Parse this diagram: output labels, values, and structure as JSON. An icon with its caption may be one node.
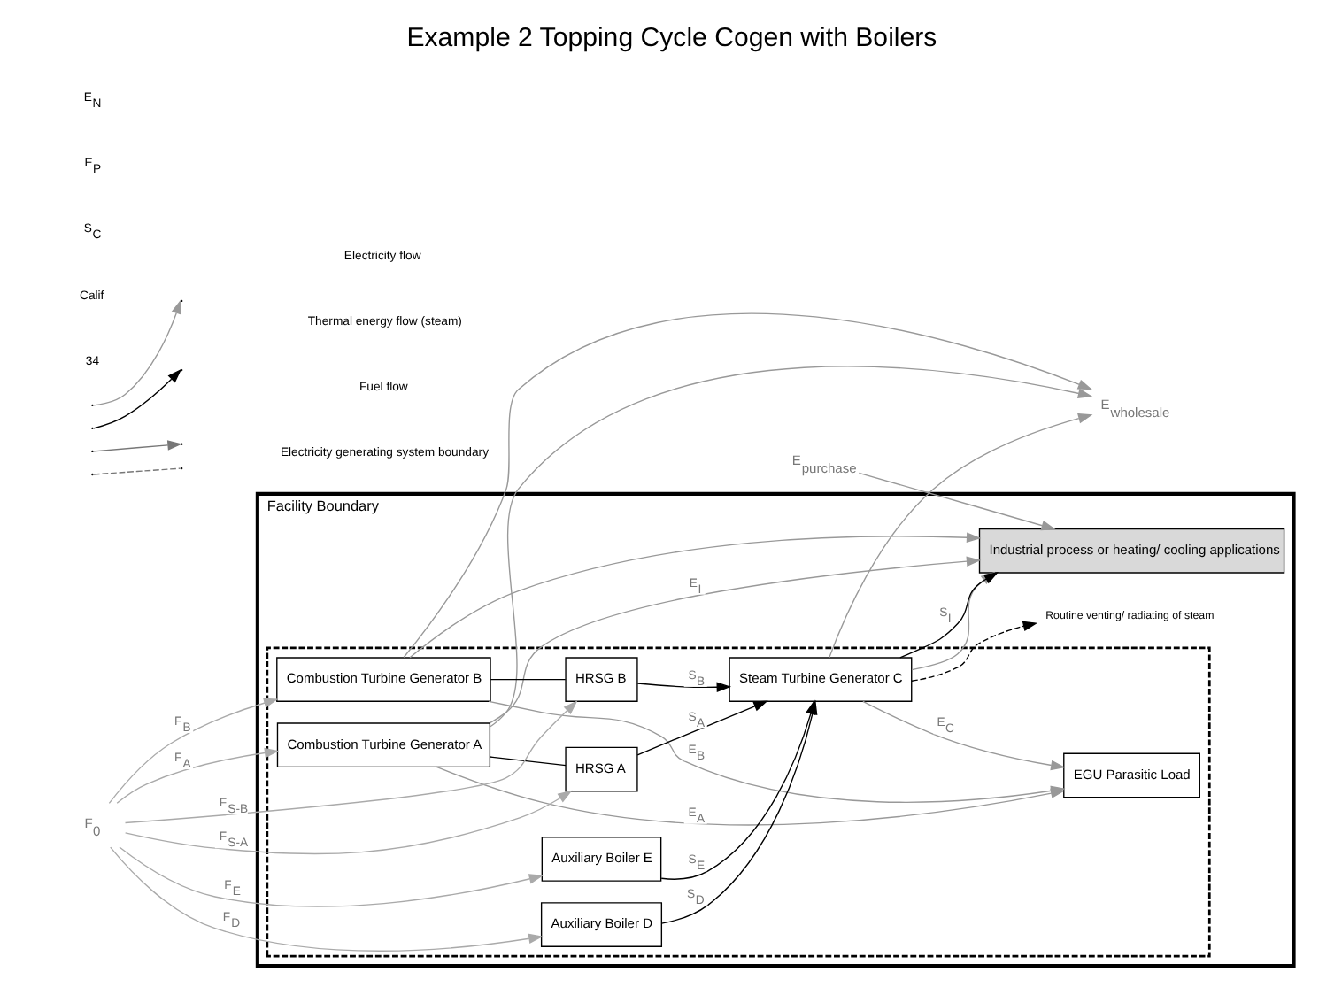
{
  "diagram": {
    "title": "Example 2 Topping Cycle Cogen with Boilers",
    "nodes": [
      {
        "text": [
          "Facility Boundary"
        ]
      },
      {
        "text": [],
        "shape": "box",
        "in": 0
      },
      {
        "text": [
          "Combustion Turbine Generator A"
        ],
        "in": 1
      },
      {
        "text": [
          "Combustion Turbine Generator B"
        ],
        "in": 1
      },
      {
        "text": [
          "HRSG A"
        ],
        "in": 1
      },
      {
        "text": [
          "HRSG B"
        ],
        "in": 1
      },
      {
        "text": [
          "Auxiliary Boiler D"
        ],
        "in": 1
      },
      {
        "text": [
          "Auxiliary Boiler E"
        ],
        "in": 1
      },
      {
        "text": [
          "Steam Turbine Generator C"
        ],
        "in": 1
      },
      {
        "text": [
          "EGU Parasitic Load"
        ],
        "in": 1
      },
      {
        "text": [
          "Routine venting/ radiating of steam"
        ],
        "in": 0
      },
      {
        "text": [
          "Industrial process or heating/ cooling applications"
        ],
        "in": 0
      },
      {
        "text": [
          "E$_{wholesale}$"
        ]
      },
      {
        "text": [
          "E$_{purchase}$"
        ]
      },
      {
        "text": [
          "F$_{0}$"
        ]
      }
    ],
    "edges": [
      {
        "from": 14,
        "to": 4,
        "arrow": "to",
        "label": "F$_{S-A}$",
        "color": "#aaaaaa"
      },
      {
        "from": 14,
        "to": 2,
        "arrow": "to",
        "label": "F$_{A}$",
        "color": "#aaaaaa"
      },
      {
        "from": 14,
        "to": 3,
        "arrow": "to",
        "label": "F$_{B}$",
        "color": "#aaaaaa"
      },
      {
        "from": 14,
        "to": 5,
        "arrow": "to",
        "label": "F$_{S-B}$",
        "color": "#aaaaaa"
      },
      {
        "from": 14,
        "to": 6,
        "arrow": "to",
        "label": "F$_{D}$",
        "color": "#aaaaaa"
      },
      {
        "from": 14,
        "to": 7,
        "arrow": "to",
        "label": "F$_{E}$",
        "color": "#aaaaaa"
      },
      {
        "from": 2,
        "to": 4,
        "arrow": "none",
        "color": "#000000"
      },
      {
        "from": 3,
        "to": 5,
        "arrow": "none",
        "color": "#000000"
      },
      {
        "from": 4,
        "to": 8,
        "arrow": "to",
        "label": "S$_{A}$",
        "color": "#000000"
      },
      {
        "from": 5,
        "to": 8,
        "arrow": "to",
        "label": "S$_{B}$",
        "color": "#000000"
      },
      {
        "from": 6,
        "to": 8,
        "arrow": "to",
        "label": "S$_{D}$",
        "color": "#000000"
      },
      {
        "from": 7,
        "to": 8,
        "arrow": "to",
        "label": "S$_{E}$",
        "color": "#000000"
      },
      {
        "from": 2,
        "to": 9,
        "arrow": "to",
        "label": "E$_{A}$",
        "color": "#999999"
      },
      {
        "from": 3,
        "to": 9,
        "arrow": "to",
        "label": "E$_{B}$",
        "color": "#999999"
      },
      {
        "from": 8,
        "to": 9,
        "arrow": "to",
        "label": "E$_{C}$",
        "color": "#999999"
      },
      {
        "from": 2,
        "to": 12,
        "arrow": "to",
        "color": "#999999"
      },
      {
        "from": 3,
        "to": 12,
        "arrow": "to",
        "color": "#999999"
      },
      {
        "from": 8,
        "to": 12,
        "arrow": "to",
        "color": "#999999"
      },
      {
        "from": 2,
        "to": 11,
        "arrow": "to",
        "label": "E$_{I}$",
        "color": "#999999"
      },
      {
        "from": 3,
        "to": 11,
        "arrow": "to",
        "color": "#999999"
      },
      {
        "from": 8,
        "to": 11,
        "arrow": "to",
        "color": "#999999"
      },
      {
        "from": 13,
        "to": 11,
        "arrow": "to",
        "color": "#999999"
      },
      {
        "from": 8,
        "to": 10,
        "arrow": "to",
        "style": "dashed",
        "color": "#000000"
      },
      {
        "from": 8,
        "to": 11,
        "arrow": "to",
        "label": "S$_{I}$",
        "color": "#000000"
      }
    ],
    "labels": [
      "E$_{N}$",
      "E$_{P}$",
      "S$_{C}$",
      "Calif",
      "34"
    ],
    "legend": [
      {
        "text": "Electricity flow"
      },
      {
        "text": "Thermal energy flow (steam)"
      },
      {
        "text": "Fuel flow"
      },
      {
        "text": "Electricity generating system boundary"
      }
    ]
  }
}
